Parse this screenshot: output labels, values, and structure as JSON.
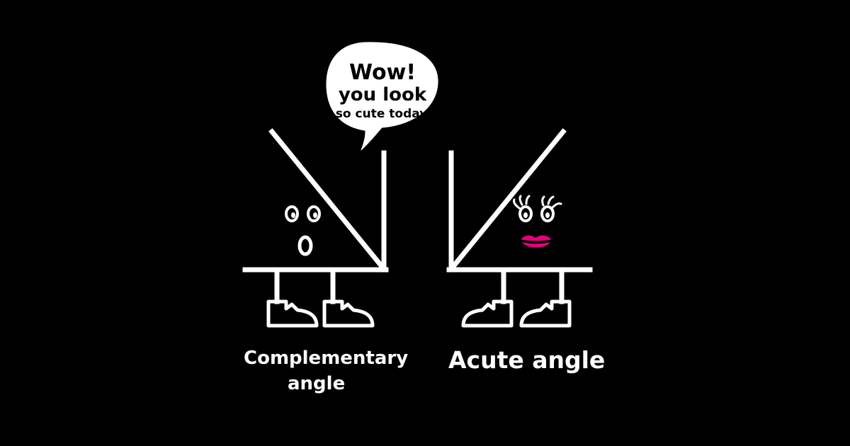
{
  "speech_bubble": {
    "line1": "Wow!",
    "line2": "you look",
    "line3": "so cute today."
  },
  "left_character": {
    "caption_line1": "Complementary",
    "caption_line2": "angle"
  },
  "right_character": {
    "caption": "Acute angle"
  },
  "colors": {
    "background": "#000000",
    "foreground": "#ffffff",
    "lips": "#e6007e"
  }
}
